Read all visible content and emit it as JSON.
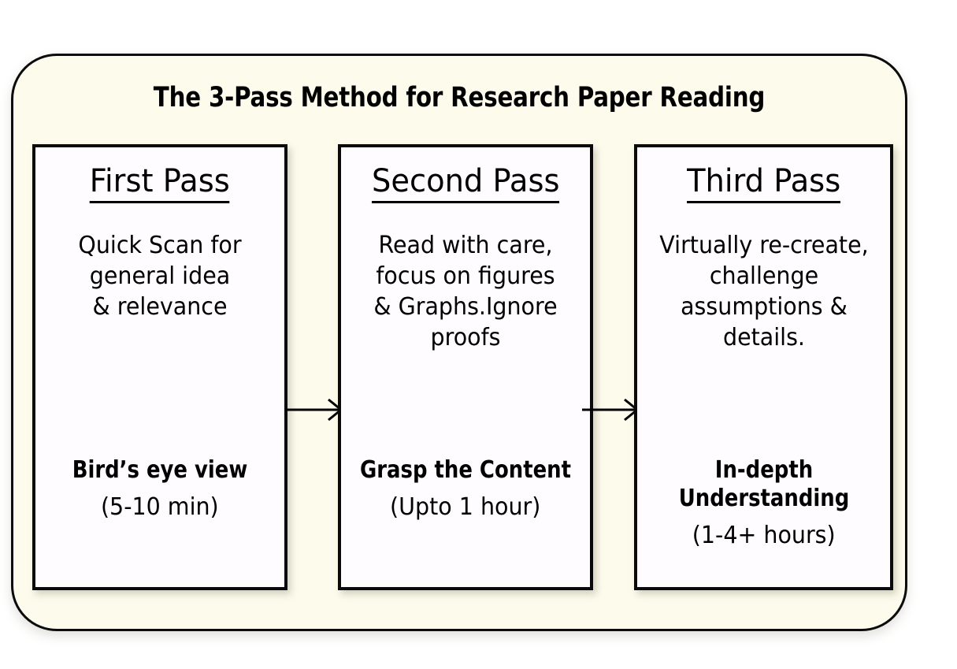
{
  "title": "The 3-Pass Method for Research Paper Reading",
  "colors": {
    "page_background": "#ffffff",
    "container_fill": "#fdfbec",
    "container_border": "#0b0b0b",
    "card_fill": "#fefcfe",
    "card_border": "#0a0a0a",
    "text": "#000000"
  },
  "passes": [
    {
      "heading": "First Pass",
      "description": "Quick Scan for\ngeneral idea\n& relevance",
      "outcome": "Bird’s eye view",
      "duration": "(5-10 min)"
    },
    {
      "heading": "Second Pass",
      "description": "Read with care,\nfocus on figures\n& Graphs.Ignore\nproofs",
      "outcome": "Grasp the Content",
      "duration": "(Upto 1 hour)"
    },
    {
      "heading": "Third Pass",
      "description": "Virtually re-create,\nchallenge\nassumptions &\ndetails.",
      "outcome": "In-depth\nUnderstanding",
      "duration": "(1-4+ hours)"
    }
  ],
  "arrows": [
    {
      "from": "First Pass",
      "to": "Second Pass",
      "style": "solid-line-open-arrowhead"
    },
    {
      "from": "Second Pass",
      "to": "Third Pass",
      "style": "solid-line-open-arrowhead"
    }
  ]
}
